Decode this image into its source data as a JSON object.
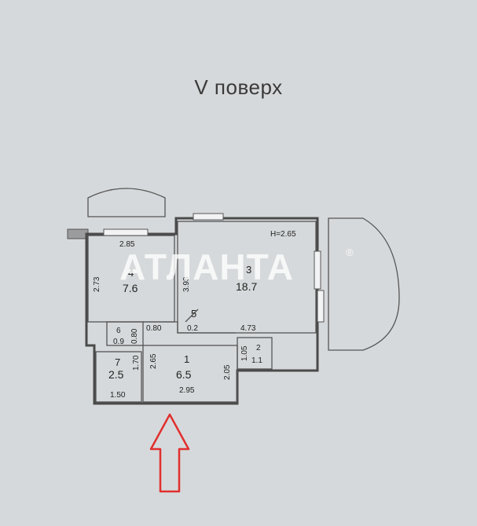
{
  "title": "V поверх",
  "watermark": {
    "text": "АТЛАНТА",
    "mark": "®"
  },
  "rooms": [
    {
      "number": "1",
      "area": "6.5"
    },
    {
      "number": "2",
      "area": "1.1"
    },
    {
      "number": "3",
      "area": "18.7"
    },
    {
      "number": "4",
      "area": "7.6"
    },
    {
      "number": "5",
      "area": "0.2"
    },
    {
      "number": "6",
      "area": "0.9"
    },
    {
      "number": "7",
      "area": "2.5"
    }
  ],
  "ceiling_height": "H=2.65",
  "dimensions": {
    "room4_width": "2.85",
    "room4_depth": "2.73",
    "room3_depth": "3.93",
    "room3_width": "4.73",
    "room6_side": "0.80",
    "room5_width": "0.80",
    "room7_depth": "1.70",
    "room7_width": "1.50",
    "room1_depth": "2.65",
    "room1_width": "2.95",
    "room1_right": "2.05",
    "room2_depth": "1.05"
  },
  "entrance_arrow": {
    "color": "#e0302e",
    "icon": "entrance-arrow-icon"
  }
}
